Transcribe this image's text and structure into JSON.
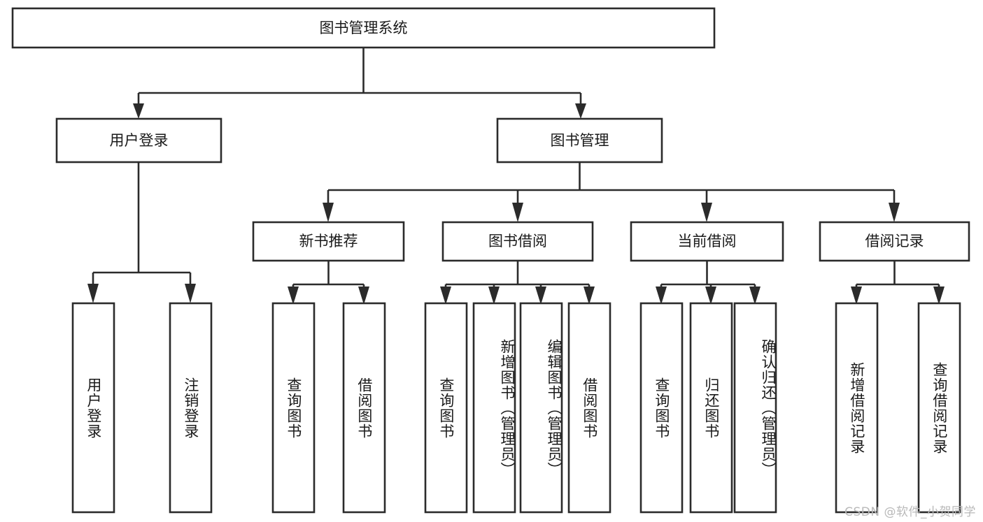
{
  "diagram": {
    "type": "hierarchy-tree",
    "title": "图书管理系统",
    "orientation": "top-down",
    "colors": {
      "box_stroke": "#2b2b2b",
      "box_fill": "#ffffff",
      "text": "#1a1a1a",
      "background": "#ffffff",
      "watermark": "#b9b9b9"
    },
    "root": {
      "label": "图书管理系统"
    },
    "level2": [
      {
        "label": "用户登录"
      },
      {
        "label": "图书管理"
      }
    ],
    "level3": [
      {
        "label": "新书推荐"
      },
      {
        "label": "图书借阅"
      },
      {
        "label": "当前借阅"
      },
      {
        "label": "借阅记录"
      }
    ],
    "leaves": {
      "user_login": [
        {
          "label": "用户登录"
        },
        {
          "label": "注销登录"
        }
      ],
      "new_book_recommend": [
        {
          "label": "查询图书"
        },
        {
          "label": "借阅图书"
        }
      ],
      "book_borrow": [
        {
          "label": "查询图书"
        },
        {
          "label": "新增图书（管理员）"
        },
        {
          "label": "编辑图书（管理员）"
        },
        {
          "label": "借阅图书"
        }
      ],
      "current_borrow": [
        {
          "label": "查询图书"
        },
        {
          "label": "归还图书"
        },
        {
          "label": "确认归还（管理员）"
        }
      ],
      "borrow_record": [
        {
          "label": "新增借阅记录"
        },
        {
          "label": "查询借阅记录"
        }
      ]
    }
  },
  "watermark": {
    "text": "CSDN @软件_小贺同学"
  }
}
